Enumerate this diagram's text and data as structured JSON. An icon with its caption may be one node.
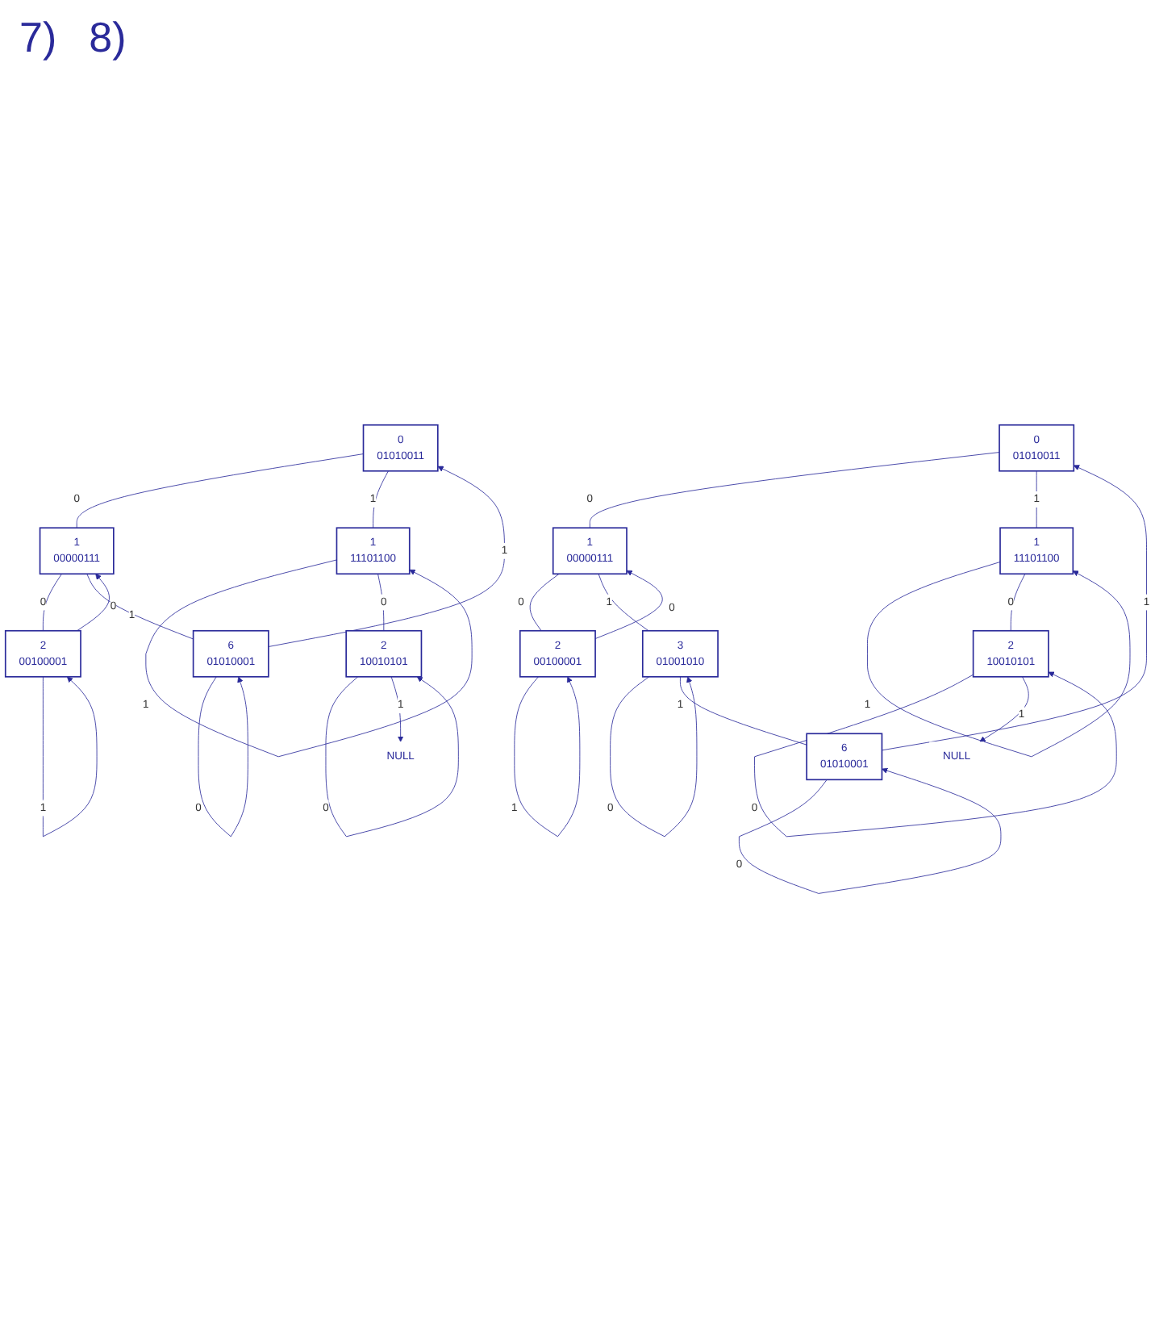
{
  "diagram": {
    "nodes": [
      {
        "text": [
          "0",
          "01010011"
        ]
      },
      {
        "text": [
          "1",
          "00000111"
        ]
      },
      {
        "text": [
          "2",
          "00100001"
        ]
      },
      {
        "text": [
          "6",
          "01010001"
        ]
      },
      {
        "text": [
          "1",
          "11101100"
        ]
      },
      {
        "text": [
          "2",
          "10010101"
        ]
      },
      {
        "text": [
          "NULL"
        ]
      },
      {
        "text": [
          "0",
          "01010011"
        ]
      },
      {
        "text": [
          "1",
          "00000111"
        ]
      },
      {
        "text": [
          "2",
          "00100001"
        ]
      },
      {
        "text": [
          "3",
          "01001010"
        ]
      },
      {
        "text": [
          "6",
          "01010001"
        ]
      },
      {
        "text": [
          "1",
          "11101100"
        ]
      },
      {
        "text": [
          "2",
          "10010101"
        ]
      },
      {
        "text": [
          "NULL"
        ]
      }
    ],
    "edges": [
      {
        "from": 0,
        "to": 1,
        "arrow": "none",
        "label": "0"
      },
      {
        "from": 1,
        "to": 2,
        "arrow": "none",
        "label": "0"
      },
      {
        "from": 1,
        "to": 3,
        "arrow": "none",
        "label": "1"
      },
      {
        "from": 2,
        "to": 1,
        "arrow": "to",
        "label": "0"
      },
      {
        "from": 2,
        "to": 2,
        "arrow": "to",
        "label": "1"
      },
      {
        "from": 3,
        "to": 3,
        "arrow": "to",
        "label": "0"
      },
      {
        "from": 3,
        "to": 0,
        "arrow": "to",
        "label": "1"
      },
      {
        "from": 0,
        "to": 4,
        "arrow": "none",
        "label": "1"
      },
      {
        "from": 4,
        "to": 4,
        "arrow": "to",
        "label": "1"
      },
      {
        "from": 4,
        "to": 5,
        "arrow": "none",
        "label": "0"
      },
      {
        "from": 5,
        "to": 5,
        "arrow": "to",
        "label": "0"
      },
      {
        "from": 5,
        "to": 6,
        "arrow": "to",
        "label": "1"
      },
      {
        "from": 7,
        "to": 8,
        "arrow": "none",
        "label": "0"
      },
      {
        "from": 8,
        "to": 9,
        "arrow": "none",
        "label": "0"
      },
      {
        "from": 8,
        "to": 10,
        "arrow": "none",
        "label": "1"
      },
      {
        "from": 9,
        "to": 8,
        "arrow": "to",
        "label": "0"
      },
      {
        "from": 9,
        "to": 9,
        "arrow": "to",
        "label": "1"
      },
      {
        "from": 10,
        "to": 10,
        "arrow": "to",
        "label": "0"
      },
      {
        "from": 10,
        "to": 11,
        "arrow": "none",
        "label": "1"
      },
      {
        "from": 11,
        "to": 11,
        "arrow": "to",
        "label": "0"
      },
      {
        "from": 11,
        "to": 7,
        "arrow": "to",
        "label": "1"
      },
      {
        "from": 7,
        "to": 12,
        "arrow": "none",
        "label": "1"
      },
      {
        "from": 12,
        "to": 12,
        "arrow": "to",
        "label": "1"
      },
      {
        "from": 12,
        "to": 13,
        "arrow": "none",
        "label": "0"
      },
      {
        "from": 13,
        "to": 13,
        "arrow": "to",
        "label": "0"
      },
      {
        "from": 13,
        "to": 14,
        "arrow": "to",
        "label": "1"
      }
    ],
    "labels": [
      "7)",
      "8)"
    ]
  }
}
